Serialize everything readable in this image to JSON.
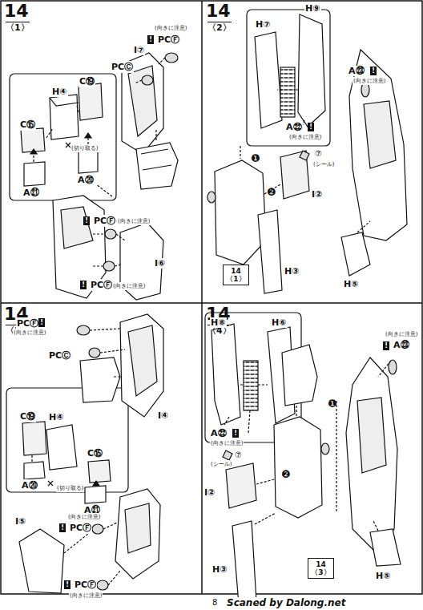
{
  "diagram": {
    "nodes": [
      {
        "text": [
          "14",
          "〈1〉"
        ]
      },
      {
        "text": [
          "14",
          "〈2〉"
        ]
      },
      {
        "text": [
          "14",
          "〈1〉"
        ],
        "in": 1
      },
      {
        "text": [
          "14",
          "〈3〉"
        ]
      },
      {
        "text": [
          "14",
          "〈4〉"
        ]
      },
      {
        "text": [
          "14",
          "〈3〉"
        ],
        "in": 4
      }
    ],
    "labels": [
      "(向きに注意)",
      "!",
      "PCⒻ",
      "I⑦",
      "PCⒸ",
      "C⑲",
      "H④",
      "C⑮",
      "(切り取る)",
      "A⑳",
      "A㉑",
      "!",
      "PCⒻ",
      "(向きに注意)",
      "I⑥",
      "!",
      "PCⒻ",
      "(向きに注意)",
      "H⑦",
      "H⑨",
      "A㉒",
      "!",
      "(向きに注意)",
      "A㉓",
      "!",
      "(向きに注意)",
      "⑦",
      "(シール)",
      "❶",
      "❷",
      "I②",
      "H③",
      "H⑤",
      "PCⒻ",
      "!",
      "(向きに注意)",
      "PCⒸ",
      "I④",
      "C⑲",
      "H④",
      "C⑮",
      "A⑳",
      "(切り取る)",
      "A㉑",
      "(向きに注意)",
      "!",
      "PCⒻ",
      "I⑤",
      "!",
      "PCⒻ",
      "(向きに注意)",
      "H⑧",
      "H⑥",
      "A㉒",
      "!",
      "(向きに注意)",
      "⑦",
      "(シール)",
      "I②",
      "❶",
      "❷",
      "H③",
      "(向きに注意)",
      "!",
      "A㉓",
      "H⑤",
      "8",
      "Scaned by Dalong.net"
    ]
  }
}
